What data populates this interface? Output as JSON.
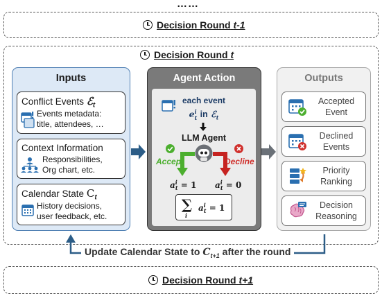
{
  "ellipsis": "……",
  "rounds": {
    "prev": {
      "label": "Decision Round",
      "var": "t-1"
    },
    "current": {
      "label": "Decision Round",
      "var": "t"
    },
    "next": {
      "label": "Decision Round",
      "var": "t+1"
    }
  },
  "inputs": {
    "title": "Inputs",
    "conflict": {
      "title": "Conflict Events",
      "symbol": "ℰ",
      "sub": "t",
      "line1": "Events metadata:",
      "line2": "title, attendees, …"
    },
    "context": {
      "title": "Context Information",
      "line1": "Responsibilities,",
      "line2": "Org chart, etc."
    },
    "calendar": {
      "title": "Calendar State",
      "symbol": "C",
      "sub": "t",
      "line1": "History decisions,",
      "line2": "user feedback, etc."
    }
  },
  "agent": {
    "title": "Agent Action",
    "event_line1": "each event",
    "event_e": "e",
    "event_sup": "i",
    "event_sub": "t",
    "event_in": "in",
    "event_set": "ℰ",
    "event_set_sub": "t",
    "llm": "LLM Agent",
    "accept": "Accept",
    "decline": "Decline",
    "a": "a",
    "a_sup": "i",
    "a_sub": "t",
    "accept_val": "= 1",
    "decline_val": "= 0",
    "sum_sym": "∑",
    "sum_idx": "i",
    "sum_val": "= 1"
  },
  "outputs": {
    "title": "Outputs",
    "items": [
      {
        "line1": "Accepted",
        "line2": "Event"
      },
      {
        "line1": "Declined",
        "line2": "Events"
      },
      {
        "line1": "Priority",
        "line2": "Ranking"
      },
      {
        "line1": "Decision",
        "line2": "Reasoning"
      }
    ]
  },
  "update": {
    "text": "Update Calendar State to ",
    "var": "C",
    "sub": "t+1",
    "tail": " after the round"
  },
  "colors": {
    "inputs_bg": "#dde9f6",
    "inputs_border": "#4f7fb3",
    "agent_bg": "#ececec",
    "agent_header": "#7a7a7a",
    "outputs_bg": "#f1f1f1",
    "accept": "#4caf2f",
    "decline": "#d0312d",
    "arrow_blue": "#2c5d87",
    "arrow_gray": "#6b7178"
  }
}
